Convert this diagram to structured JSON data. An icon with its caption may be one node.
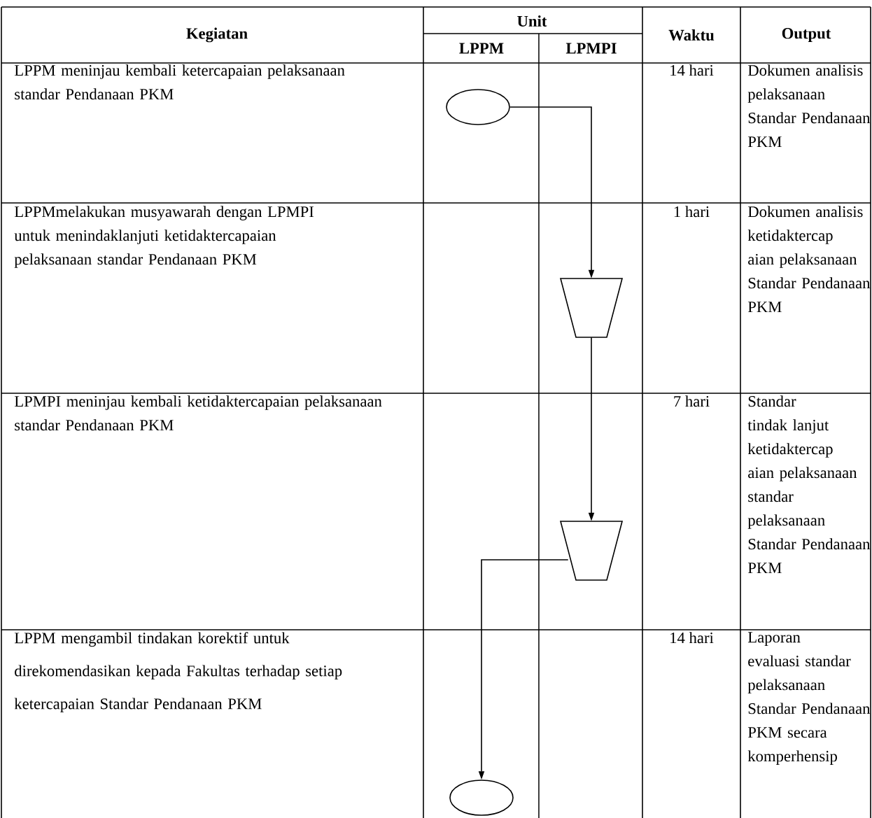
{
  "diagram": {
    "nodes": [
      {
        "text": [],
        "shape": "ellipse"
      },
      {
        "text": [],
        "shape": "trapezoid"
      },
      {
        "text": [],
        "shape": "trapezoid"
      },
      {
        "text": [],
        "shape": "ellipse"
      }
    ],
    "edges": [
      {
        "from": 0,
        "to": 1,
        "arrow": "to"
      },
      {
        "from": 1,
        "to": 2,
        "arrow": "to"
      },
      {
        "from": 2,
        "to": 3,
        "arrow": "to"
      }
    ],
    "labels": [
      "Kegiatan",
      "Unit",
      "Waktu",
      "Output",
      "LPPM",
      "LPMPI",
      "LPPM meninjau kembali ketercapaian pelaksanaan standar  Pendanaan PKM",
      "14 hari",
      "Dokumen analisis pelaksanaan Standar Pendanaan PKM",
      "LPPMmelakukan musyawarah dengan LPMPI  untuk menindaklanjuti ketidaktercapaian pelaksanaan standar Pendanaan PKM",
      "1 hari",
      "Dokumen analisis ketidaktercap aian pelaksanaan Standar Pendanaan PKM",
      "LPMPI meninjau kembali ketidaktercapaian pelaksanaan standar  Pendanaan PKM",
      "7 hari",
      "Standar tindak lanjut ketidaktercap aian pelaksanaan standar pelaksanaan Standar Pendanaan PKM",
      "LPPM mengambil tindakan korektif untuk direkomendasikan kepada Fakultas terhadap setiap ketercapaian  Standar Pendanaan PKM",
      "14 hari",
      "Laporan evaluasi standar pelaksanaan Standar Pendanaan PKM secara komperhensip"
    ]
  }
}
